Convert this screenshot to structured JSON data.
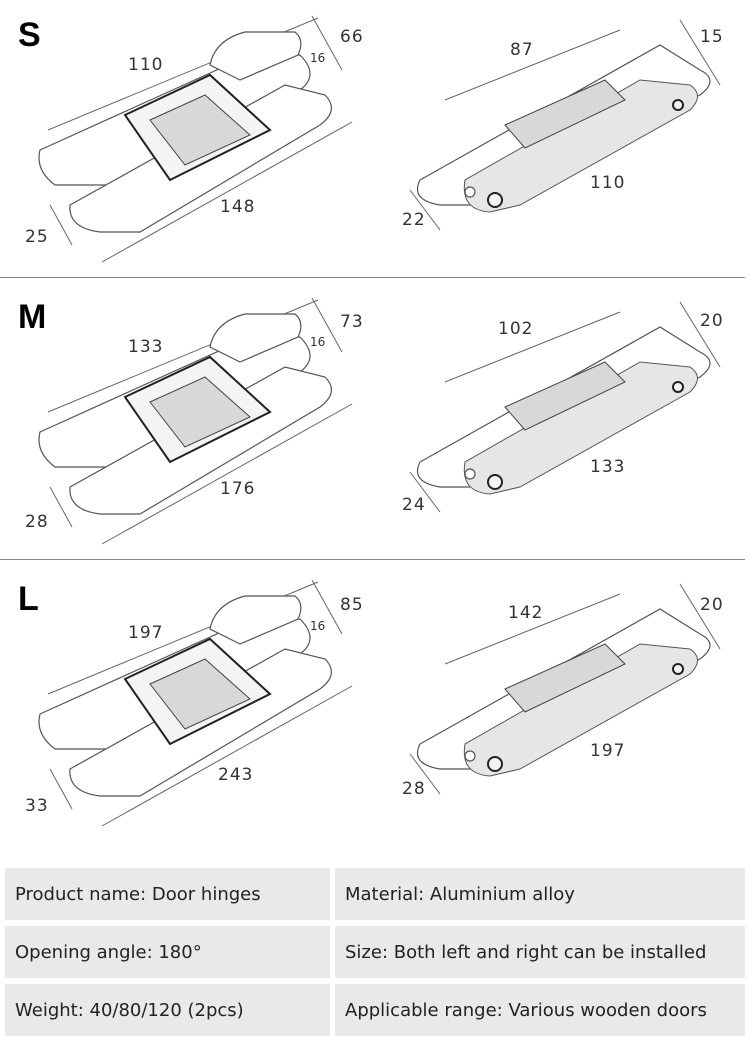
{
  "sections": [
    {
      "size": "S",
      "front": {
        "length": "110",
        "total": "148",
        "depth": "66",
        "gap": "16",
        "width": "25"
      },
      "side": {
        "length": "87",
        "thickness": "15",
        "plate": "110",
        "width": "22"
      }
    },
    {
      "size": "M",
      "front": {
        "length": "133",
        "total": "176",
        "depth": "73",
        "gap": "16",
        "width": "28"
      },
      "side": {
        "length": "102",
        "thickness": "20",
        "plate": "133",
        "width": "24"
      }
    },
    {
      "size": "L",
      "front": {
        "length": "197",
        "total": "243",
        "depth": "85",
        "gap": "16",
        "width": "33"
      },
      "side": {
        "length": "142",
        "thickness": "20",
        "plate": "197",
        "width": "28"
      }
    }
  ],
  "specs": [
    {
      "left": "Product name: Door hinges",
      "right": "Material: Aluminium alloy"
    },
    {
      "left": "Opening angle: 180°",
      "right": "Size: Both left and right can be installed"
    },
    {
      "left": "Weight: 40/80/120 (2pcs)",
      "right": "Applicable range: Various wooden doors"
    }
  ]
}
